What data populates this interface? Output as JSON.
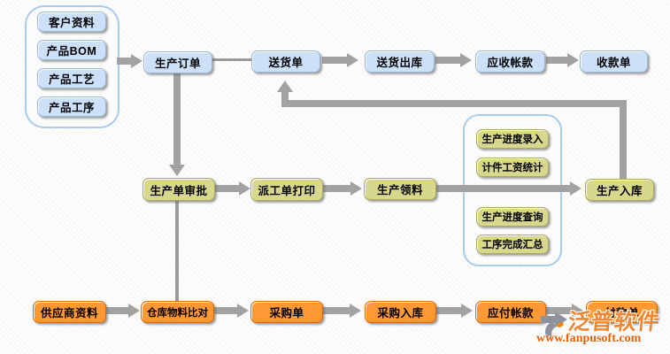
{
  "nodes": {
    "customer_data": "客户资料",
    "product_bom": "产品BOM",
    "product_craft": "产品工艺",
    "product_process": "产品工序",
    "production_order": "生产订单",
    "delivery_note": "送货单",
    "delivery_outbound": "送货出库",
    "receivable": "应收帐款",
    "receipt": "收款单",
    "order_approval": "生产单审批",
    "dispatch_print": "派工单打印",
    "material_picking": "生产领料",
    "progress_entry": "生产进度录入",
    "piecework_stats": "计件工资统计",
    "progress_query": "生产进度查询",
    "process_summary": "工序完成汇总",
    "production_inbound": "生产入库",
    "supplier_data": "供应商资料",
    "warehouse_compare": "仓库物料比对",
    "purchase_order": "采购单",
    "purchase_inbound": "采购入库",
    "payable": "应付帐款",
    "payment": "付款单"
  },
  "watermark": {
    "brand": "泛普软件",
    "url": "www.fanpusoft.com"
  },
  "colors": {
    "node_blue": "#cce1f9",
    "node_khaki": "#d7d88e",
    "node_orange": "#ff9933",
    "arrow_gray": "#a2a2a2",
    "group_border": "#a9cbee"
  }
}
